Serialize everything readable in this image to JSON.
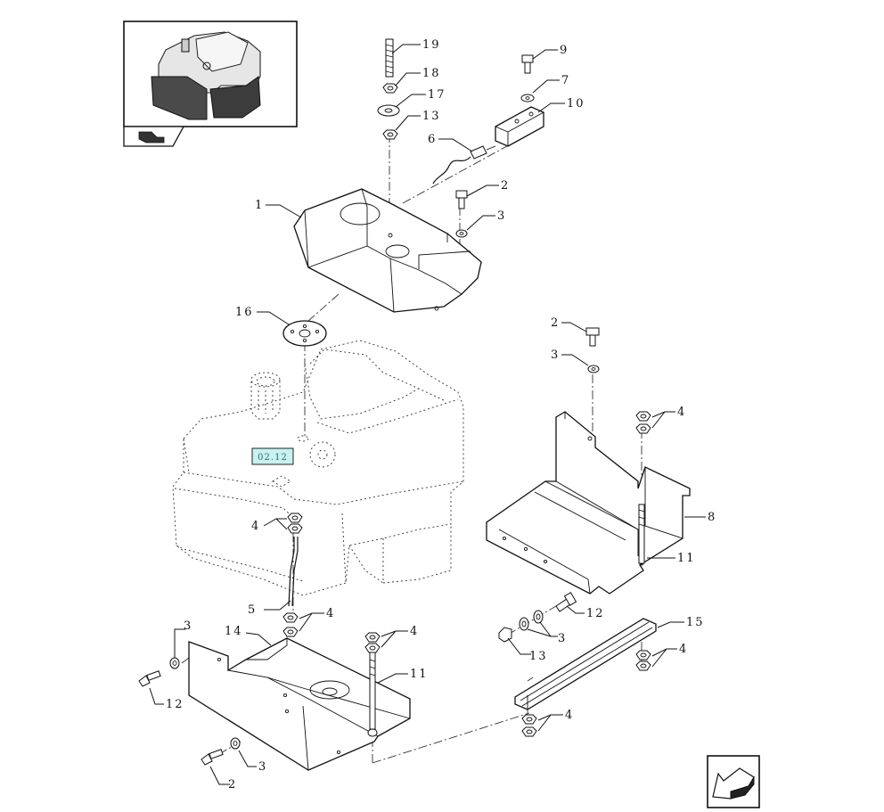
{
  "diagram": {
    "callouts": [
      {
        "id": "c19",
        "label": "19"
      },
      {
        "id": "c18",
        "label": "18"
      },
      {
        "id": "c17",
        "label": "17"
      },
      {
        "id": "c13a",
        "label": "13"
      },
      {
        "id": "c9",
        "label": "9"
      },
      {
        "id": "c7",
        "label": "7"
      },
      {
        "id": "c10",
        "label": "10"
      },
      {
        "id": "c6",
        "label": "6"
      },
      {
        "id": "c2a",
        "label": "2"
      },
      {
        "id": "c3a",
        "label": "3"
      },
      {
        "id": "c1",
        "label": "1"
      },
      {
        "id": "c16",
        "label": "16"
      },
      {
        "id": "c2b",
        "label": "2"
      },
      {
        "id": "c3b",
        "label": "3"
      },
      {
        "id": "c4a",
        "label": "4"
      },
      {
        "id": "c8",
        "label": "8"
      },
      {
        "id": "c11a",
        "label": "11"
      },
      {
        "id": "c4b",
        "label": "4"
      },
      {
        "id": "c5",
        "label": "5"
      },
      {
        "id": "c4c",
        "label": "4"
      },
      {
        "id": "c3c",
        "label": "3"
      },
      {
        "id": "c14",
        "label": "14"
      },
      {
        "id": "c4d",
        "label": "4"
      },
      {
        "id": "c11b",
        "label": "11"
      },
      {
        "id": "c12a",
        "label": "12"
      },
      {
        "id": "c3d",
        "label": "3"
      },
      {
        "id": "c2c",
        "label": "2"
      },
      {
        "id": "c12b",
        "label": "12"
      },
      {
        "id": "c3e",
        "label": "3"
      },
      {
        "id": "c13b",
        "label": "13"
      },
      {
        "id": "c15",
        "label": "15"
      },
      {
        "id": "c4e",
        "label": "4"
      },
      {
        "id": "c4f",
        "label": "4"
      }
    ],
    "reference_tag": "02.12",
    "icons": {
      "thumbnail": "fuel-tank-overview-icon",
      "nav_back": "return-arrow-icon",
      "nav_next": "next-page-arrow-icon"
    }
  }
}
